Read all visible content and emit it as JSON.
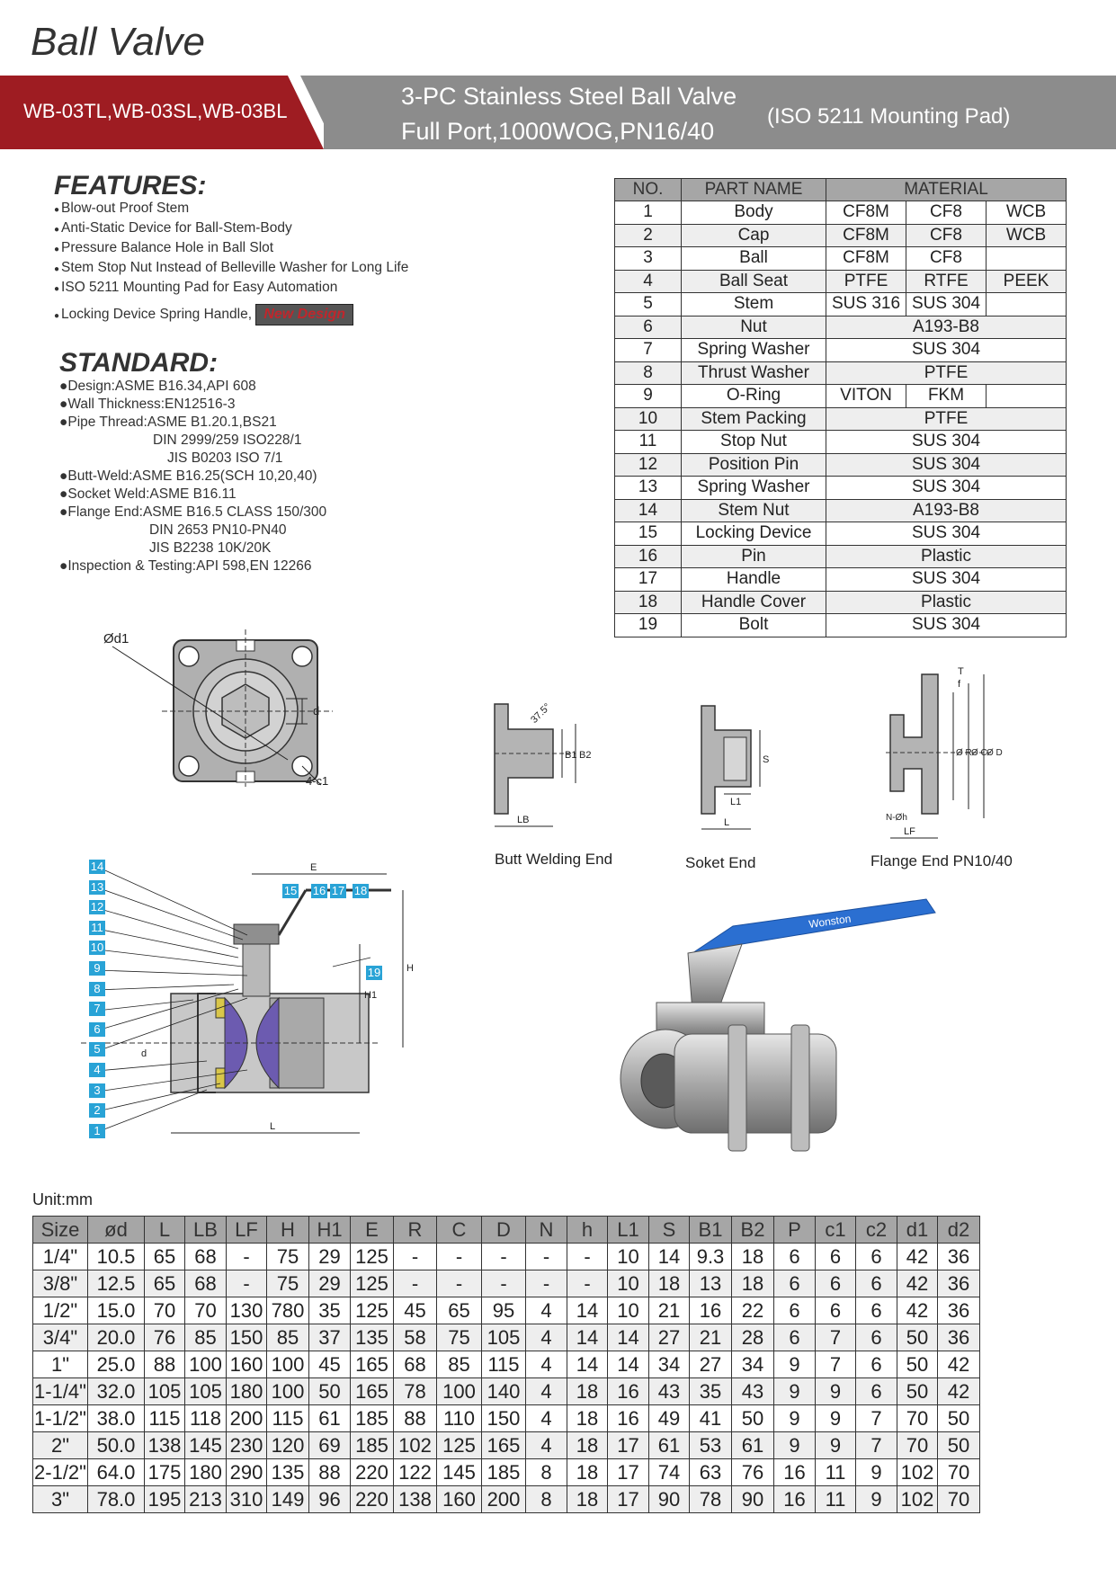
{
  "page_title": "Ball Valve",
  "banner": {
    "models": "WB-03TL,WB-03SL,WB-03BL",
    "title_line1": "3-PC Stainless Steel Ball Valve",
    "title_line2": "Full Port,1000WOG,PN16/40",
    "title_note": "(ISO 5211 Mounting Pad)"
  },
  "features": {
    "heading": "FEATURES:",
    "items": [
      "Blow-out Proof Stem",
      "Anti-Static Device for Ball-Stem-Body",
      "Pressure Balance Hole in Ball Slot",
      "Stem Stop Nut Instead of Belleville Washer for Long Life",
      "ISO 5211 Mounting Pad for Easy Automation",
      "Locking Device Spring Handle,"
    ],
    "new_design_badge": "New Design"
  },
  "standard": {
    "heading": "STANDARD:",
    "lines": [
      "●Design:ASME B16.34,API 608",
      "●Wall Thickness:EN12516-3",
      "●Pipe Thread:ASME B1.20.1,BS21",
      "DIN 2999/259 ISO228/1",
      "JIS B0203 ISO 7/1",
      "●Butt-Weld:ASME B16.25(SCH 10,20,40)",
      "●Socket Weld:ASME B16.11",
      "●Flange End:ASME B16.5 CLASS 150/300",
      "DIN 2653   PN10-PN40",
      "JIS B2238 10K/20K",
      "●Inspection & Testing:API 598,EN 12266"
    ]
  },
  "parts_table": {
    "headers": [
      "NO.",
      "PART NAME",
      "MATERIAL"
    ],
    "rows": [
      [
        "1",
        "Body",
        "CF8M",
        "CF8",
        "WCB"
      ],
      [
        "2",
        "Cap",
        "CF8M",
        "CF8",
        "WCB"
      ],
      [
        "3",
        "Ball",
        "CF8M",
        "CF8",
        ""
      ],
      [
        "4",
        "Ball Seat",
        "PTFE",
        "RTFE",
        "PEEK"
      ],
      [
        "5",
        "Stem",
        "SUS 316",
        "SUS 304",
        ""
      ],
      [
        "6",
        "Nut",
        "A193-B8"
      ],
      [
        "7",
        "Spring Washer",
        "SUS 304"
      ],
      [
        "8",
        "Thrust Washer",
        "PTFE"
      ],
      [
        "9",
        "O-Ring",
        "VITON",
        "FKM",
        ""
      ],
      [
        "10",
        "Stem Packing",
        "PTFE"
      ],
      [
        "11",
        "Stop Nut",
        "SUS 304"
      ],
      [
        "12",
        "Position Pin",
        "SUS 304"
      ],
      [
        "13",
        "Spring Washer",
        "SUS 304"
      ],
      [
        "14",
        "Stem Nut",
        "A193-B8"
      ],
      [
        "15",
        "Locking Device",
        "SUS 304"
      ],
      [
        "16",
        "Pin",
        "Plastic"
      ],
      [
        "17",
        "Handle",
        "SUS 304"
      ],
      [
        "18",
        "Handle Cover",
        "Plastic"
      ],
      [
        "19",
        "Bolt",
        "SUS 304"
      ]
    ]
  },
  "drawings": {
    "top_view_labels": [
      "Ød1",
      "d",
      "4-c1"
    ],
    "butt_weld_label": "Butt Welding End",
    "butt_weld_dims": [
      "37.5°",
      "B1",
      "B2",
      "LB"
    ],
    "socket_label": "Soket End",
    "socket_dims": [
      "S",
      "L1",
      "L"
    ],
    "flange_label": "Flange End PN10/40",
    "flange_dims": [
      "T",
      "f",
      "Ø R",
      "Ø C",
      "Ø D",
      "N-Øh",
      "LF"
    ],
    "section_dims": [
      "E",
      "H",
      "H1",
      "d",
      "L"
    ],
    "callouts_left": [
      "14",
      "13",
      "12",
      "11",
      "10",
      "9",
      "8",
      "7",
      "6",
      "5",
      "4",
      "3",
      "2",
      "1"
    ],
    "callouts_top": [
      "15",
      "16",
      "17",
      "18"
    ],
    "callout_right": "19",
    "handle_brand": "Wonston"
  },
  "dims_table": {
    "unit_label": "Unit:mm",
    "headers": [
      "Size",
      "ød",
      "L",
      "LB",
      "LF",
      "H",
      "H1",
      "E",
      "R",
      "C",
      "D",
      "N",
      "h",
      "L1",
      "S",
      "B1",
      "B2",
      "P",
      "c1",
      "c2",
      "d1",
      "d2"
    ],
    "rows": [
      [
        "1/4\"",
        "10.5",
        "65",
        "68",
        "-",
        "75",
        "29",
        "125",
        "-",
        "-",
        "-",
        "-",
        "-",
        "10",
        "14",
        "9.3",
        "18",
        "6",
        "6",
        "6",
        "42",
        "36"
      ],
      [
        "3/8\"",
        "12.5",
        "65",
        "68",
        "-",
        "75",
        "29",
        "125",
        "-",
        "-",
        "-",
        "-",
        "-",
        "10",
        "18",
        "13",
        "18",
        "6",
        "6",
        "6",
        "42",
        "36"
      ],
      [
        "1/2\"",
        "15.0",
        "70",
        "70",
        "130",
        "780",
        "35",
        "125",
        "45",
        "65",
        "95",
        "4",
        "14",
        "10",
        "21",
        "16",
        "22",
        "6",
        "6",
        "6",
        "42",
        "36"
      ],
      [
        "3/4\"",
        "20.0",
        "76",
        "85",
        "150",
        "85",
        "37",
        "135",
        "58",
        "75",
        "105",
        "4",
        "14",
        "14",
        "27",
        "21",
        "28",
        "6",
        "7",
        "6",
        "50",
        "36"
      ],
      [
        "1\"",
        "25.0",
        "88",
        "100",
        "160",
        "100",
        "45",
        "165",
        "68",
        "85",
        "115",
        "4",
        "14",
        "14",
        "34",
        "27",
        "34",
        "9",
        "7",
        "6",
        "50",
        "42"
      ],
      [
        "1-1/4\"",
        "32.0",
        "105",
        "105",
        "180",
        "100",
        "50",
        "165",
        "78",
        "100",
        "140",
        "4",
        "18",
        "16",
        "43",
        "35",
        "43",
        "9",
        "9",
        "6",
        "50",
        "42"
      ],
      [
        "1-1/2\"",
        "38.0",
        "115",
        "118",
        "200",
        "115",
        "61",
        "185",
        "88",
        "110",
        "150",
        "4",
        "18",
        "16",
        "49",
        "41",
        "50",
        "9",
        "9",
        "7",
        "70",
        "50"
      ],
      [
        "2\"",
        "50.0",
        "138",
        "145",
        "230",
        "120",
        "69",
        "185",
        "102",
        "125",
        "165",
        "4",
        "18",
        "17",
        "61",
        "53",
        "61",
        "9",
        "9",
        "7",
        "70",
        "50"
      ],
      [
        "2-1/2\"",
        "64.0",
        "175",
        "180",
        "290",
        "135",
        "88",
        "220",
        "122",
        "145",
        "185",
        "8",
        "18",
        "17",
        "74",
        "63",
        "76",
        "16",
        "11",
        "9",
        "102",
        "70"
      ],
      [
        "3\"",
        "78.0",
        "195",
        "213",
        "310",
        "149",
        "96",
        "220",
        "138",
        "160",
        "200",
        "8",
        "18",
        "17",
        "90",
        "78",
        "90",
        "16",
        "11",
        "9",
        "102",
        "70"
      ]
    ]
  },
  "colors": {
    "banner_red": "#9e1c22",
    "banner_gray": "#8c8c8c",
    "table_header": "#a6a6a6",
    "callout_blue": "#29a3d6",
    "handle_blue": "#2b6fd1"
  }
}
